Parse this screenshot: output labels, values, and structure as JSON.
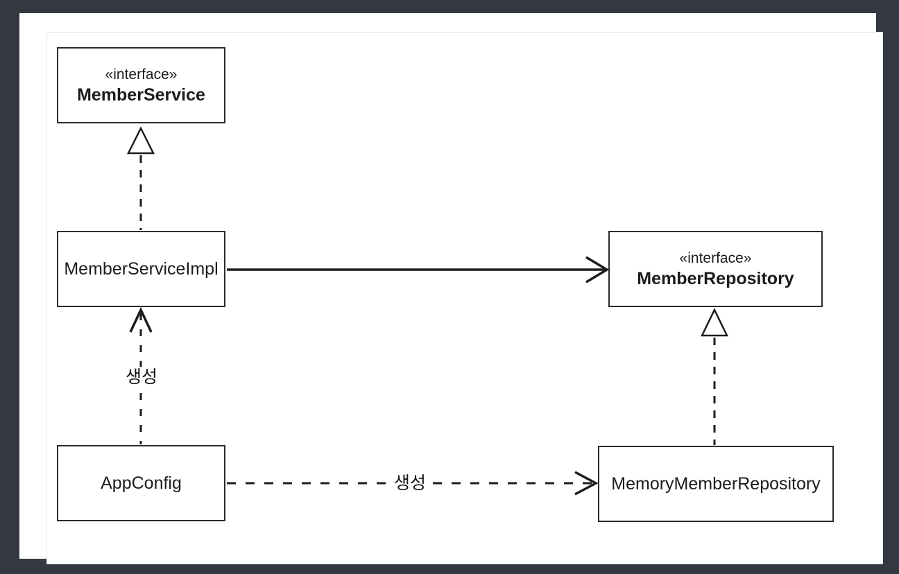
{
  "diagram": {
    "nodes": {
      "member_service": {
        "stereotype": "«interface»",
        "name": "MemberService"
      },
      "member_service_impl": {
        "name": "MemberServiceImpl"
      },
      "app_config": {
        "name": "AppConfig"
      },
      "member_repository": {
        "stereotype": "«interface»",
        "name": "MemberRepository"
      },
      "memory_member_repository": {
        "name": "MemoryMemberRepository"
      }
    },
    "edges": {
      "impl_realizes_service": {
        "type": "realization",
        "from": "MemberServiceImpl",
        "to": "MemberService",
        "label": ""
      },
      "impl_uses_repository": {
        "type": "dependency-solid",
        "from": "MemberServiceImpl",
        "to": "MemberRepository",
        "label": ""
      },
      "config_creates_impl": {
        "type": "dependency-dashed",
        "from": "AppConfig",
        "to": "MemberServiceImpl",
        "label": "생성"
      },
      "config_creates_memory_repo": {
        "type": "dependency-dashed",
        "from": "AppConfig",
        "to": "MemoryMemberRepository",
        "label": "생성"
      },
      "memory_repo_realizes_repository": {
        "type": "realization",
        "from": "MemoryMemberRepository",
        "to": "MemberRepository",
        "label": ""
      }
    },
    "colors": {
      "background": "#343841",
      "panel": "#ffffff",
      "inner_border": "#e4e4e8",
      "box_border": "#2b2b2b",
      "line": "#1c1c1c",
      "text": "#1c1c1c"
    }
  }
}
